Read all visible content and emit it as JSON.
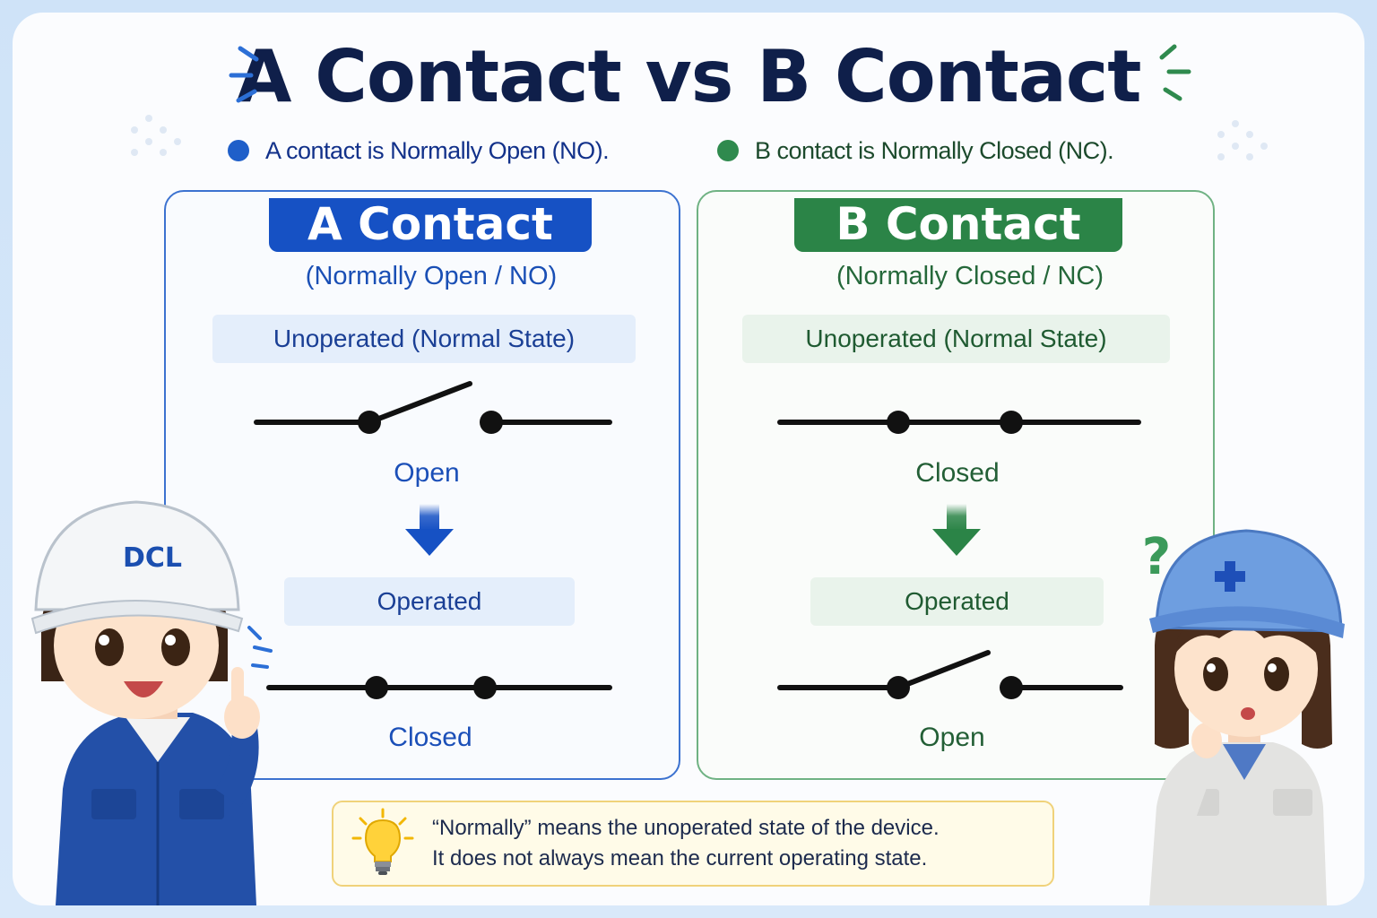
{
  "title": "A Contact vs B Contact",
  "intro": {
    "a_note": "A contact is Normally Open (NO).",
    "b_note": "B contact is Normally Closed (NC)."
  },
  "colors": {
    "a_accent": "#1651c4",
    "b_accent": "#2b8447",
    "ink": "#0f1f4a"
  },
  "panel_a": {
    "tag": "A Contact",
    "subtitle": "(Normally Open / NO)",
    "unoperated_label": "Unoperated (Normal State)",
    "unoperated_result": "Open",
    "operated_label": "Operated",
    "operated_result": "Closed"
  },
  "panel_b": {
    "tag": "B Contact",
    "subtitle": "(Normally Closed / NC)",
    "unoperated_label": "Unoperated (Normal State)",
    "unoperated_result": "Closed",
    "operated_label": "Operated",
    "operated_result": "Open"
  },
  "characters": {
    "left_helmet_text": "DCL",
    "right_symbol": "?"
  },
  "tip": {
    "icon": "lightbulb-icon",
    "line1": "“Normally” means the unoperated state of the device.",
    "line2": "It does not always mean the current operating state."
  }
}
